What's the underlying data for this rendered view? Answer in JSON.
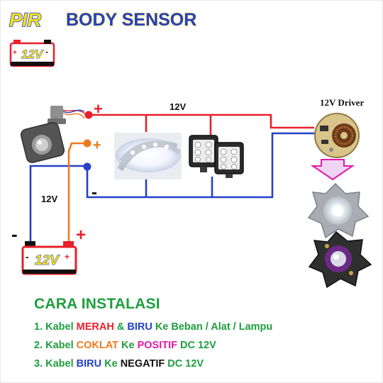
{
  "title": {
    "pir": "PIR",
    "rest": "BODY SENSOR"
  },
  "battery_top": {
    "label": "12V",
    "plus": "+",
    "minus": "-"
  },
  "battery_bottom": {
    "label": "12V",
    "plus": "+",
    "minus": "-"
  },
  "labels": {
    "top_wire": "12V",
    "driver": "12V Driver",
    "left_wire": "12V",
    "plus_red": "+",
    "plus_orange": "+",
    "minus_blue": "-",
    "battery_minus": "-",
    "battery_plus": "+"
  },
  "instructions": {
    "title": "CARA INSTALASI",
    "step1": {
      "n": "1. Kabel ",
      "a": "MERAH",
      "b": " & ",
      "c": "BIRU",
      "d": " Ke Beban / Alat / Lampu"
    },
    "step2": {
      "n": "2. Kabel ",
      "a": "COKLAT",
      "b": " Ke ",
      "c": "POSITIF",
      "d": " DC 12V"
    },
    "step3": {
      "n": "3. Kabel ",
      "a": "BIRU",
      "b": " Ke ",
      "c": "NEGATIF",
      "d": " DC 12V"
    }
  },
  "colors": {
    "wire_red": "#e8202a",
    "wire_blue": "#2540c9",
    "wire_orange": "#ee7a1e",
    "title_yellow": "#f7e11a",
    "title_blue": "#2540c9",
    "text_green": "#1f9e3f",
    "magenta": "#e01aa8"
  }
}
